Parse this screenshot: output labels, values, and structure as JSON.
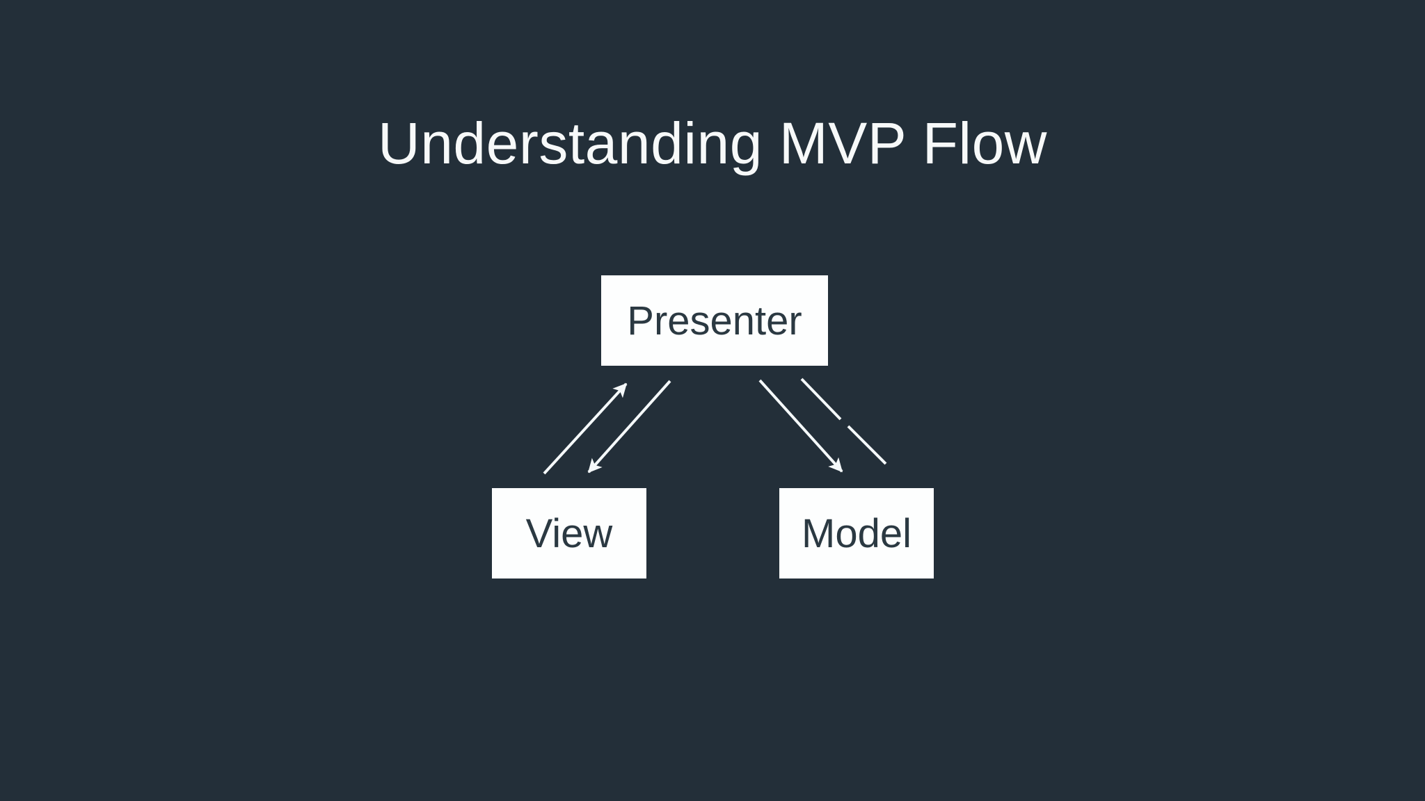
{
  "slide": {
    "title": "Understanding MVP Flow"
  },
  "diagram": {
    "nodes": [
      {
        "id": "presenter",
        "label": "Presenter"
      },
      {
        "id": "view",
        "label": "View"
      },
      {
        "id": "model",
        "label": "Model"
      }
    ],
    "edges": [
      {
        "from": "view",
        "to": "presenter",
        "arrowhead": "at-presenter"
      },
      {
        "from": "presenter",
        "to": "view",
        "arrowhead": "at-view"
      },
      {
        "from": "presenter",
        "to": "model",
        "arrowhead": "at-model"
      },
      {
        "from": "model",
        "to": "presenter",
        "arrowhead": "none",
        "note": "line drawn with a gap, no visible arrowhead"
      }
    ]
  },
  "colors": {
    "background": "#232F39",
    "title_text": "#F7F9F9",
    "node_fill": "#FDFEFE",
    "node_text": "#2B3942",
    "arrow": "#F5F9FA"
  }
}
